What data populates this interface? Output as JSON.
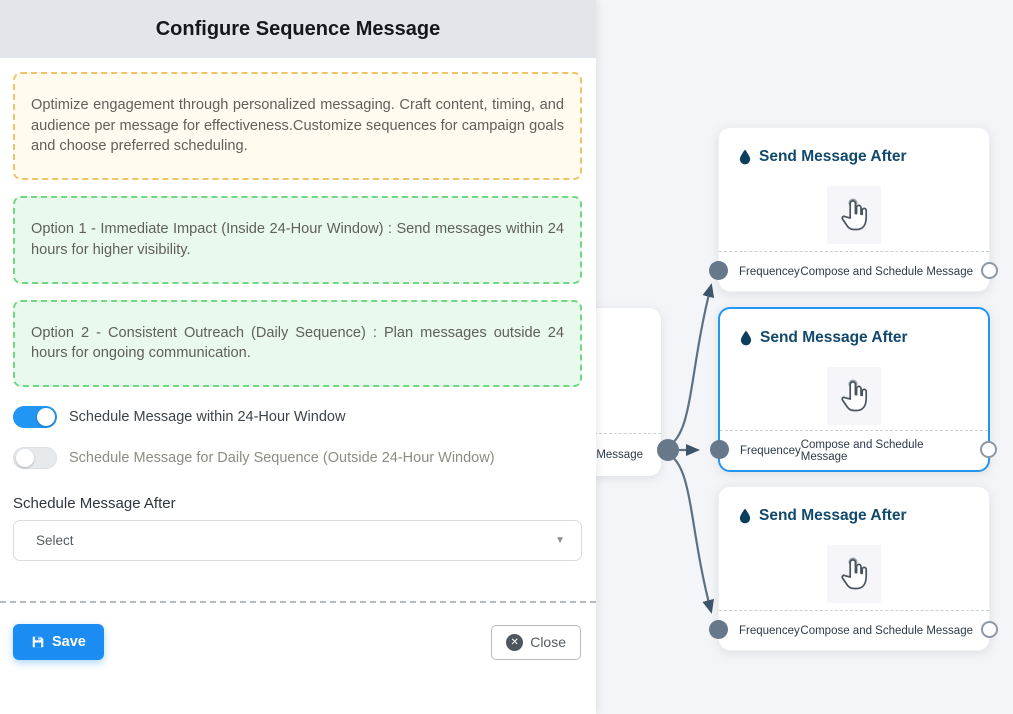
{
  "panel": {
    "title": "Configure Sequence Message",
    "info_note": "Optimize engagement through personalized messaging. Craft content, timing, and audience per message for effectiveness.Customize sequences for campaign goals and choose preferred scheduling.",
    "option1_note": "Option 1 - Immediate Impact (Inside 24-Hour Window) : Send messages within 24 hours for higher visibility.",
    "option2_note": "Option 2 - Consistent Outreach (Daily Sequence) : Plan messages outside 24 hours for ongoing communication.",
    "toggle_24h": {
      "label": "Schedule Message within 24-Hour Window",
      "state": "on"
    },
    "toggle_daily": {
      "label": "Schedule Message for Daily Sequence (Outside 24-Hour Window)",
      "state": "off"
    },
    "schedule_after": {
      "label": "Schedule Message After",
      "selected_value": "Select"
    },
    "save_label": "Save",
    "close_label": "Close"
  },
  "canvas": {
    "partial_card_footer": "ce Message",
    "cards": [
      {
        "title": "Send Message After",
        "footer_left": "Frequencey",
        "footer_right": "Compose and Schedule Message",
        "selected": false
      },
      {
        "title": "Send Message After",
        "footer_left": "Frequencey",
        "footer_right": "Compose and Schedule Message",
        "selected": true
      },
      {
        "title": "Send Message After",
        "footer_left": "Frequencey",
        "footer_right": "Compose and Schedule Message",
        "selected": false
      }
    ]
  },
  "colors": {
    "accent_blue": "#2196f3",
    "save_blue": "#1b8df2",
    "card_title": "#11486b",
    "edge": "#5d7184",
    "node_fill": "#66788a",
    "warning_border": "#efc469",
    "success_border": "#6fd97f",
    "canvas_bg": "#f4f5f8"
  }
}
